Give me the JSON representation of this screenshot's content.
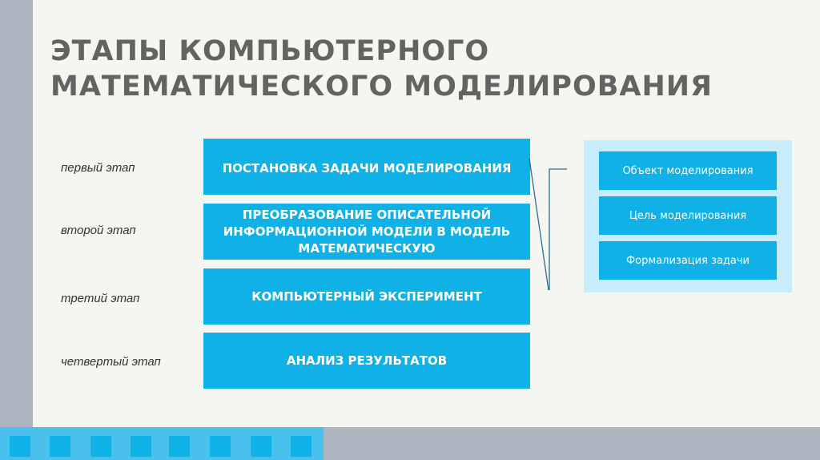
{
  "title": {
    "line1": "ЭТАПЫ КОМПЬЮТЕРНОГО",
    "line2": "МАТЕМАТИЧЕСКОГО МОДЕЛИРОВАНИЯ"
  },
  "stages": [
    {
      "label": "первый этап",
      "text": "ПОСТАНОВКА ЗАДАЧИ МОДЕЛИРОВАНИЯ"
    },
    {
      "label": "второй этап",
      "text": "ПРЕОБРАЗОВАНИЕ ОПИСАТЕЛЬНОЙ ИНФОРМАЦИОННОЙ МОДЕЛИ В МОДЕЛЬ МАТЕМАТИЧЕСКУЮ"
    },
    {
      "label": "третий этап",
      "text": "КОМПЬЮТЕРНЫЙ ЭКСПЕРИМЕНТ"
    },
    {
      "label": "четвертый этап",
      "text": "АНАЛИЗ РЕЗУЛЬТАТОВ"
    }
  ],
  "substeps": [
    {
      "text": "Объект моделирования"
    },
    {
      "text": "Цель моделирования"
    },
    {
      "text": "Формализация задачи"
    }
  ],
  "colors": {
    "box_blue": "#0fb1e7",
    "panel_light_blue": "#c5edfb",
    "title_gray": "#636362",
    "side_bar_gray": "#afb5c0",
    "bottom_bar_blue": "#4ac1ed",
    "connector": "#2a6f8e"
  }
}
